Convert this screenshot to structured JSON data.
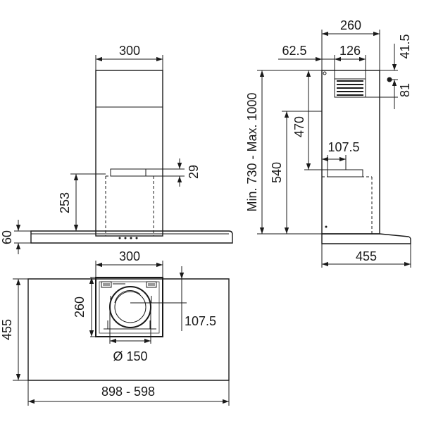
{
  "dimensions": {
    "front_chimney_width": "300",
    "front_filter_height": "29",
    "front_height_253": "253",
    "hood_thickness": "60",
    "side_top_width": "260",
    "side_top_offset": "62.5",
    "side_vent_width": "126",
    "side_top_gap": "41.5",
    "side_vent_height": "81",
    "side_total_height": "Min. 730 - Max. 1000",
    "side_height_540": "540",
    "side_height_470": "470",
    "side_outlet_offset": "107.5",
    "side_depth": "455",
    "plan_motor_width": "300",
    "plan_motor_depth": "260",
    "plan_outlet_offset": "107.5",
    "plan_duct_diameter": "Ø 150",
    "plan_depth": "455",
    "plan_width": "898 - 598"
  }
}
